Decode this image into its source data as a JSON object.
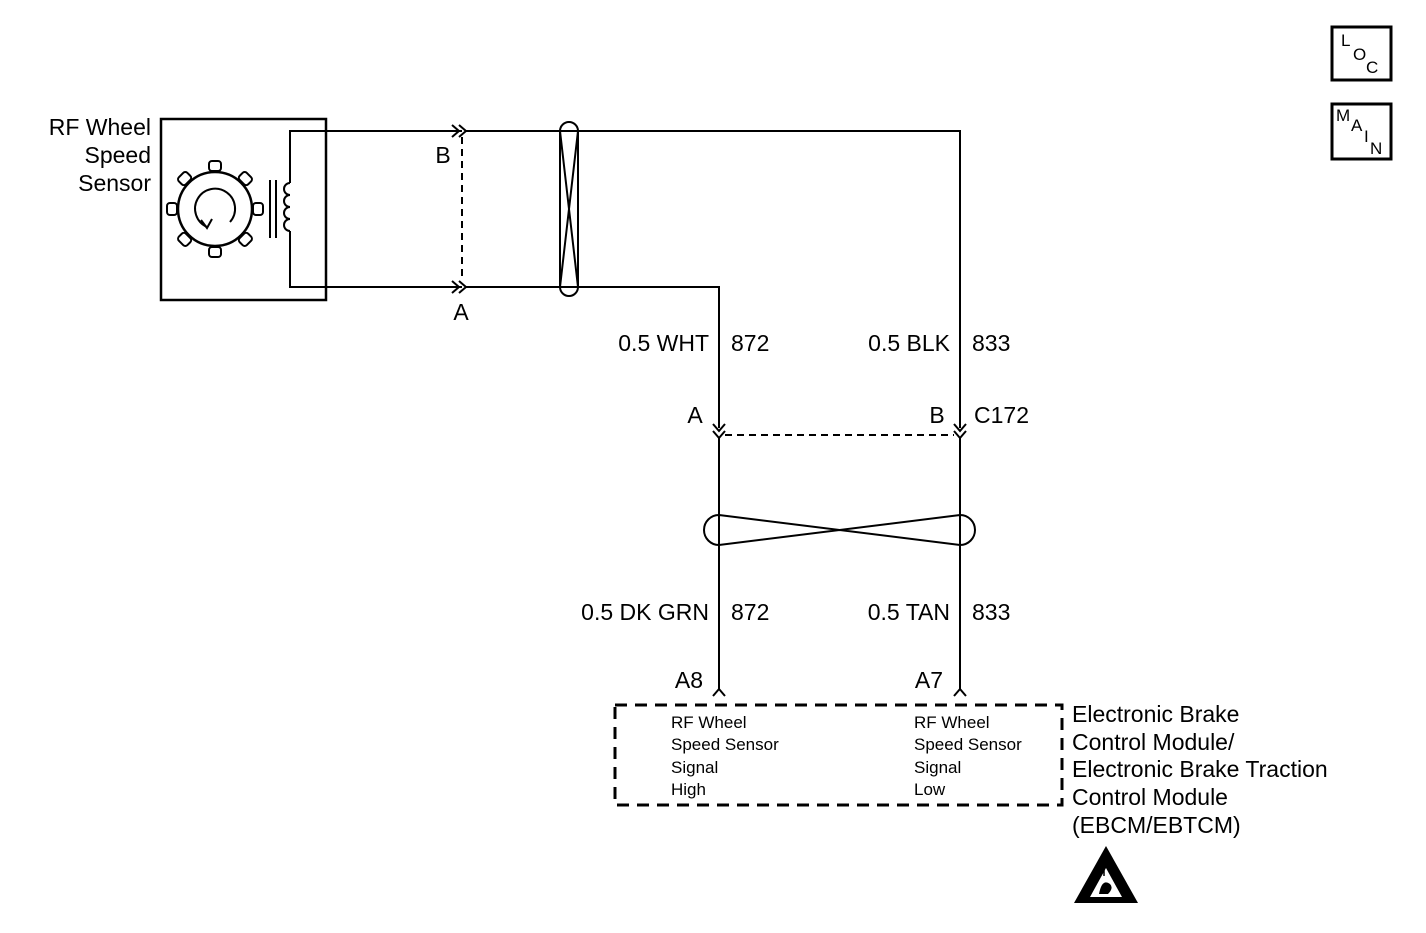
{
  "sensor": {
    "name_lines": [
      "RF Wheel",
      "Speed",
      "Sensor"
    ],
    "pin_b": "B",
    "pin_a": "A"
  },
  "upper_wires": {
    "left": {
      "gauge_color": "0.5 WHT",
      "circuit": "872"
    },
    "right": {
      "gauge_color": "0.5 BLK",
      "circuit": "833"
    }
  },
  "connector": {
    "pin_a": "A",
    "pin_b": "B",
    "id": "C172"
  },
  "lower_wires": {
    "left": {
      "gauge_color": "0.5 DK GRN",
      "circuit": "872"
    },
    "right": {
      "gauge_color": "0.5 TAN",
      "circuit": "833"
    }
  },
  "module": {
    "pin_left": "A8",
    "pin_right": "A7",
    "signal_high_lines": [
      "RF Wheel",
      "Speed Sensor",
      "Signal",
      "High"
    ],
    "signal_low_lines": [
      "RF Wheel",
      "Speed Sensor",
      "Signal",
      "Low"
    ],
    "name_lines": [
      "Electronic Brake",
      "Control Module/",
      "Electronic Brake Traction",
      "Control Module",
      "(EBCM/EBTCM)"
    ]
  },
  "nav": {
    "loc": [
      "L",
      "O",
      "C"
    ],
    "main": [
      "M",
      "A",
      "I",
      "N"
    ]
  },
  "esd_icon": "esd-warning-icon"
}
